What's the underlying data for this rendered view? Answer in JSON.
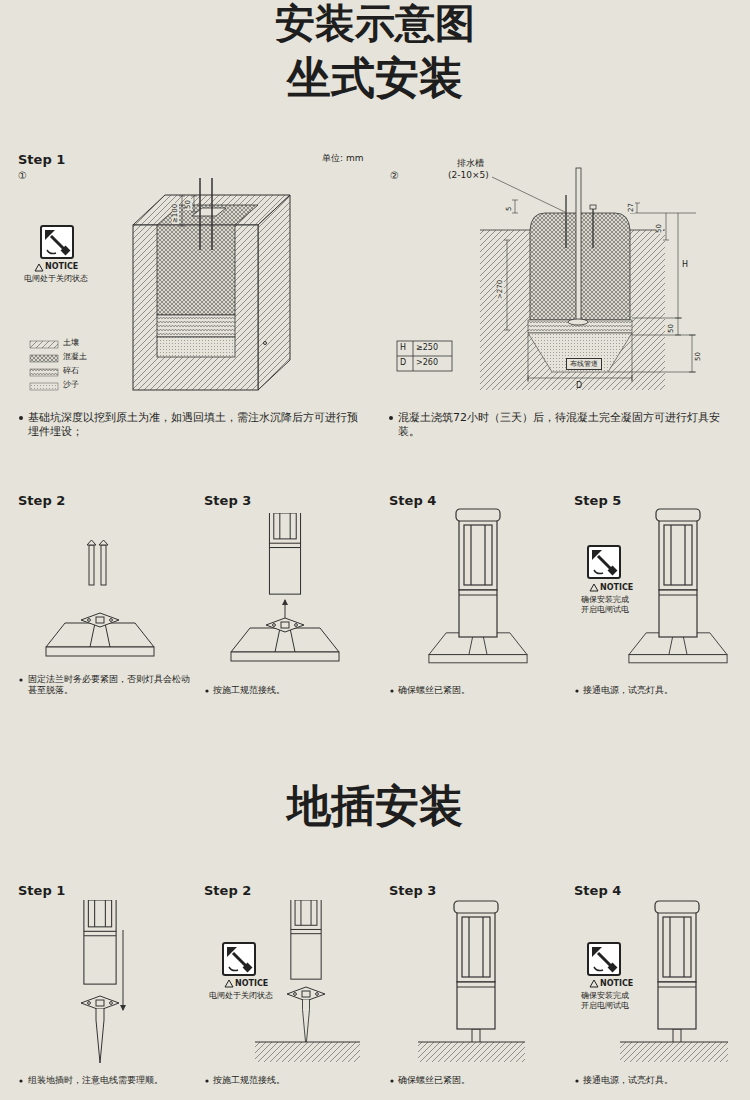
{
  "diagram": {
    "title": "安装示意图",
    "nodes": [
      {
        "text": [
          "布线管道"
        ]
      }
    ],
    "labels": [
      "坐式安装",
      "Step 1",
      "①",
      "单位: mm",
      "NOTICE",
      "电闸处于关闭状态",
      "≥100",
      "50",
      "②",
      "排水槽",
      "(2-10×5)",
      "5",
      "27",
      "50",
      ">270",
      "H",
      "50",
      "50",
      "D",
      "H",
      "≥250",
      "D",
      ">260",
      "基础坑深度以挖到原土为准，如遇回填土，需注水沉降后方可进行预埋件埋设；",
      "混凝土浇筑72小时（三天）后，待混凝土完全凝固方可进行灯具安装。",
      "Step 2",
      "Step 3",
      "Step 4",
      "Step 5",
      "固定法兰时务必要紧固，否则灯具会松动甚至脱落。",
      "按施工规范接线。",
      "确保螺丝已紧固。",
      "NOTICE",
      "确保安装完成 开启电闸试电",
      "接通电源，试亮灯具。",
      "地插安装",
      "Step 1",
      "Step 2",
      "Step 3",
      "Step 4",
      "组装地插时，注意电线需要理顺。",
      "NOTICE",
      "电闸处于关闭状态",
      "按施工规范接线。",
      "确保螺丝已紧固。",
      "NOTICE",
      "确保安装完成 开启电闸试电",
      "接通电源，试亮灯具。"
    ],
    "legend": [
      {
        "text": "土壤"
      },
      {
        "text": "混凝土"
      },
      {
        "text": "碎石"
      },
      {
        "text": "沙子"
      }
    ]
  }
}
